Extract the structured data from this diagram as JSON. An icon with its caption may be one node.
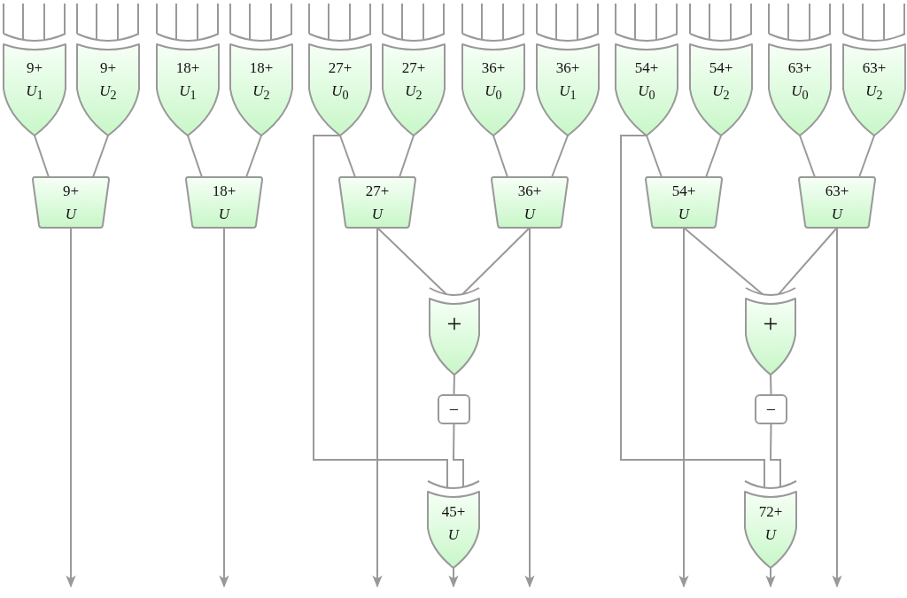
{
  "diagram": {
    "nodes": [
      {
        "text": [
          "9+ *U*$_{1}$"
        ]
      },
      {
        "text": [
          "9+ *U*$_{2}$"
        ]
      },
      {
        "text": [
          "18+ *U*$_{1}$"
        ]
      },
      {
        "text": [
          "18+ *U*$_{2}$"
        ]
      },
      {
        "text": [
          "27+ *U*$_{0}$"
        ]
      },
      {
        "text": [
          "27+ *U*$_{2}$"
        ]
      },
      {
        "text": [
          "36+ *U*$_{0}$"
        ]
      },
      {
        "text": [
          "36+ *U*$_{1}$"
        ]
      },
      {
        "text": [
          "54+ *U*$_{0}$"
        ]
      },
      {
        "text": [
          "54+ *U*$_{2}$"
        ]
      },
      {
        "text": [
          "63+ *U*$_{0}$"
        ]
      },
      {
        "text": [
          "63+ *U*$_{2}$"
        ]
      },
      {
        "text": [
          "9+ *U*"
        ]
      },
      {
        "text": [
          "18+ *U*"
        ]
      },
      {
        "text": [
          "27+ *U*"
        ]
      },
      {
        "text": [
          "36+ *U*"
        ]
      },
      {
        "text": [
          "54+ *U*"
        ]
      },
      {
        "text": [
          "63+ *U*"
        ]
      },
      {
        "text": [
          "+"
        ]
      },
      {
        "text": [
          "+"
        ]
      },
      {
        "text": [
          "−"
        ]
      },
      {
        "text": [
          "−"
        ]
      },
      {
        "text": [
          "45+ *U*"
        ]
      },
      {
        "text": [
          "72+ *U*"
        ]
      }
    ],
    "edges": [
      {
        "from": null,
        "to": 0,
        "arrow": "none"
      },
      {
        "from": null,
        "to": 0,
        "arrow": "none"
      },
      {
        "from": null,
        "to": 0,
        "arrow": "none"
      },
      {
        "from": null,
        "to": 0,
        "arrow": "none"
      },
      {
        "from": null,
        "to": 1,
        "arrow": "none"
      },
      {
        "from": null,
        "to": 1,
        "arrow": "none"
      },
      {
        "from": null,
        "to": 1,
        "arrow": "none"
      },
      {
        "from": null,
        "to": 1,
        "arrow": "none"
      },
      {
        "from": null,
        "to": 2,
        "arrow": "none"
      },
      {
        "from": null,
        "to": 2,
        "arrow": "none"
      },
      {
        "from": null,
        "to": 2,
        "arrow": "none"
      },
      {
        "from": null,
        "to": 2,
        "arrow": "none"
      },
      {
        "from": null,
        "to": 3,
        "arrow": "none"
      },
      {
        "from": null,
        "to": 3,
        "arrow": "none"
      },
      {
        "from": null,
        "to": 3,
        "arrow": "none"
      },
      {
        "from": null,
        "to": 3,
        "arrow": "none"
      },
      {
        "from": null,
        "to": 4,
        "arrow": "none"
      },
      {
        "from": null,
        "to": 4,
        "arrow": "none"
      },
      {
        "from": null,
        "to": 4,
        "arrow": "none"
      },
      {
        "from": null,
        "to": 4,
        "arrow": "none"
      },
      {
        "from": null,
        "to": 5,
        "arrow": "none"
      },
      {
        "from": null,
        "to": 5,
        "arrow": "none"
      },
      {
        "from": null,
        "to": 5,
        "arrow": "none"
      },
      {
        "from": null,
        "to": 5,
        "arrow": "none"
      },
      {
        "from": null,
        "to": 6,
        "arrow": "none"
      },
      {
        "from": null,
        "to": 6,
        "arrow": "none"
      },
      {
        "from": null,
        "to": 6,
        "arrow": "none"
      },
      {
        "from": null,
        "to": 6,
        "arrow": "none"
      },
      {
        "from": null,
        "to": 7,
        "arrow": "none"
      },
      {
        "from": null,
        "to": 7,
        "arrow": "none"
      },
      {
        "from": null,
        "to": 7,
        "arrow": "none"
      },
      {
        "from": null,
        "to": 7,
        "arrow": "none"
      },
      {
        "from": null,
        "to": 8,
        "arrow": "none"
      },
      {
        "from": null,
        "to": 8,
        "arrow": "none"
      },
      {
        "from": null,
        "to": 8,
        "arrow": "none"
      },
      {
        "from": null,
        "to": 8,
        "arrow": "none"
      },
      {
        "from": null,
        "to": 9,
        "arrow": "none"
      },
      {
        "from": null,
        "to": 9,
        "arrow": "none"
      },
      {
        "from": null,
        "to": 9,
        "arrow": "none"
      },
      {
        "from": null,
        "to": 9,
        "arrow": "none"
      },
      {
        "from": null,
        "to": 10,
        "arrow": "none"
      },
      {
        "from": null,
        "to": 10,
        "arrow": "none"
      },
      {
        "from": null,
        "to": 10,
        "arrow": "none"
      },
      {
        "from": null,
        "to": 10,
        "arrow": "none"
      },
      {
        "from": null,
        "to": 11,
        "arrow": "none"
      },
      {
        "from": null,
        "to": 11,
        "arrow": "none"
      },
      {
        "from": null,
        "to": 11,
        "arrow": "none"
      },
      {
        "from": null,
        "to": 11,
        "arrow": "none"
      },
      {
        "from": 0,
        "to": 12,
        "arrow": "none"
      },
      {
        "from": 1,
        "to": 12,
        "arrow": "none"
      },
      {
        "from": 2,
        "to": 13,
        "arrow": "none"
      },
      {
        "from": 3,
        "to": 13,
        "arrow": "none"
      },
      {
        "from": 4,
        "to": 14,
        "arrow": "none"
      },
      {
        "from": 5,
        "to": 14,
        "arrow": "none"
      },
      {
        "from": 6,
        "to": 15,
        "arrow": "none"
      },
      {
        "from": 7,
        "to": 15,
        "arrow": "none"
      },
      {
        "from": 8,
        "to": 16,
        "arrow": "none"
      },
      {
        "from": 9,
        "to": 16,
        "arrow": "none"
      },
      {
        "from": 10,
        "to": 17,
        "arrow": "none"
      },
      {
        "from": 11,
        "to": 17,
        "arrow": "none"
      },
      {
        "from": 14,
        "to": 18,
        "arrow": "none"
      },
      {
        "from": 15,
        "to": 18,
        "arrow": "none"
      },
      {
        "from": 16,
        "to": 19,
        "arrow": "none"
      },
      {
        "from": 17,
        "to": 19,
        "arrow": "none"
      },
      {
        "from": 18,
        "to": 20,
        "arrow": "none"
      },
      {
        "from": 4,
        "to": 22,
        "arrow": "none"
      },
      {
        "from": 20,
        "to": 22,
        "arrow": "none"
      },
      {
        "from": 19,
        "to": 21,
        "arrow": "none"
      },
      {
        "from": 8,
        "to": 23,
        "arrow": "none"
      },
      {
        "from": 21,
        "to": 23,
        "arrow": "none"
      },
      {
        "from": 12,
        "to": null,
        "arrow": "to"
      },
      {
        "from": 13,
        "to": null,
        "arrow": "to"
      },
      {
        "from": 14,
        "to": null,
        "arrow": "to"
      },
      {
        "from": 15,
        "to": null,
        "arrow": "to"
      },
      {
        "from": 22,
        "to": null,
        "arrow": "to"
      },
      {
        "from": 16,
        "to": null,
        "arrow": "to"
      },
      {
        "from": 23,
        "to": null,
        "arrow": "to"
      },
      {
        "from": 17,
        "to": null,
        "arrow": "to"
      }
    ]
  }
}
